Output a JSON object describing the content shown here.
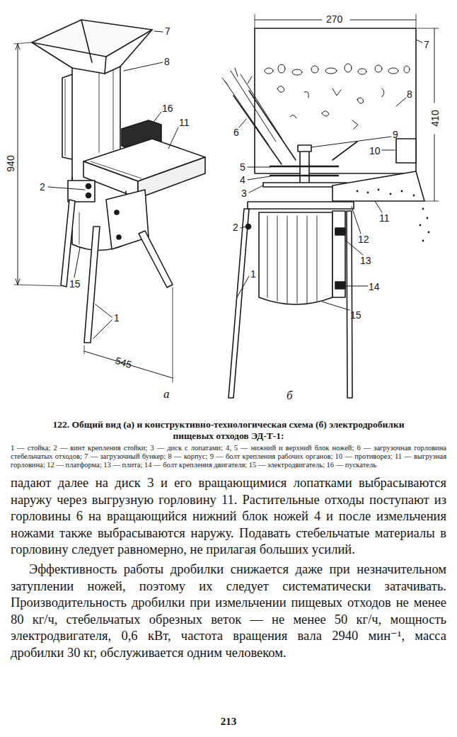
{
  "diagram": {
    "caption": "122. Общий вид (а) и конструктивно-технологическая схема (б) электродробилки пищевых отходов ЭД-Т-1:",
    "labels": [
      "7",
      "8",
      "16",
      "11",
      "2",
      "15",
      "1",
      "940",
      "545",
      "а",
      "270",
      "7",
      "8",
      "9",
      "410",
      "6",
      "10",
      "5",
      "4",
      "3",
      "11",
      "2",
      "12",
      "13",
      "14",
      "1",
      "15",
      "б",
      "1 — стойка; 2 — винт крепления стойки; 3 — диск с лопатами; 4, 5 — нижний и верхний блок ножей; 6 — загрузочная горловина стебельчатых отходов; 7 — загрузочный бункер; 8 — корпус; 9 — болт крепления рабочих органов; 10 — противорез; 11 — выгрузная горловина; 12 — платформа; 13 — плита; 14 — болт крепления двигателя; 15 — электродвигатель; 16 — пускатель",
      "падают далее на диск 3 и его вращающимися лопатками выбрасываются наружу через выгрузную горловину 11. Растительные отходы поступают из горловины 6 на вращающийся нижний блок ножей 4 и после измельчения ножами также выбрасываются наружу. Подавать стебельчатые материалы в горловину следует равномерно, не прилагая больших усилий.",
      "Эффективность работы дробилки снижается даже при незначительном затуплении ножей, поэтому их следует систематически затачивать. Производительность дробилки при измельчении пищевых отходов не менее 80 кг/ч, стебельчатых обрезных веток — не менее 50 кг/ч, мощность электродвигателя, 0,6 кВт, частота вращения вала 2940 мин⁻¹, масса дробилки 30 кг, обслуживается одним человеком.",
      "213"
    ]
  }
}
